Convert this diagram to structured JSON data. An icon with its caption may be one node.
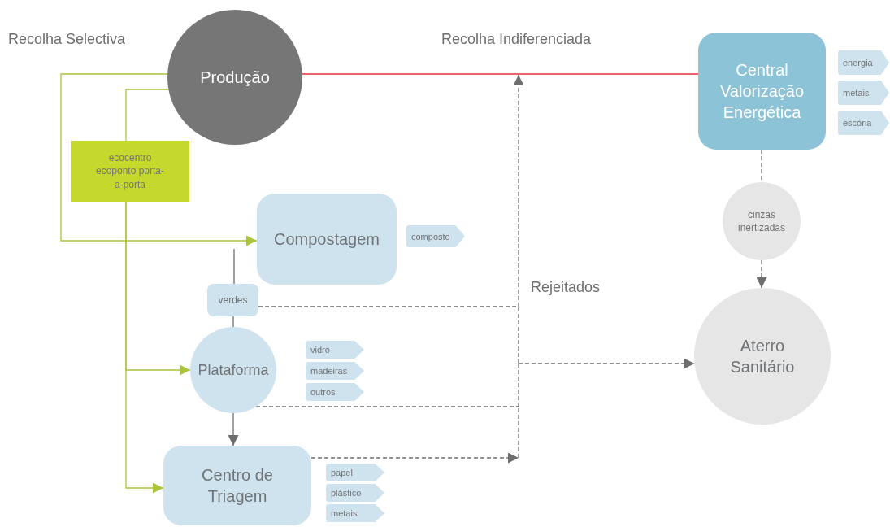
{
  "diagram": {
    "nodes": [
      {
        "text": [
          "Produção"
        ]
      },
      {
        "text": [
          "ecocentro ecoponto porta-a-porta"
        ]
      },
      {
        "text": [
          "Compostagem"
        ]
      },
      {
        "text": [
          "composto"
        ]
      },
      {
        "text": [
          "verdes"
        ]
      },
      {
        "text": [
          "Plataforma"
        ]
      },
      {
        "text": [
          "vidro"
        ]
      },
      {
        "text": [
          "madeiras"
        ]
      },
      {
        "text": [
          "outros"
        ]
      },
      {
        "text": [
          "Centro de Triagem"
        ]
      },
      {
        "text": [
          "papel"
        ]
      },
      {
        "text": [
          "plástico"
        ]
      },
      {
        "text": [
          "metais"
        ]
      },
      {
        "text": [
          "Central Valorização Energética"
        ]
      },
      {
        "text": [
          "energia"
        ]
      },
      {
        "text": [
          "metais"
        ]
      },
      {
        "text": [
          "escória"
        ]
      },
      {
        "text": [
          "cinzas inertizadas"
        ]
      },
      {
        "text": [
          "Aterro Sanitário"
        ]
      }
    ],
    "edges": [
      {
        "from": 0,
        "to": 2,
        "arrow": "to",
        "color": "#a9c43c"
      },
      {
        "from": 0,
        "to": 1,
        "arrow": "none",
        "color": "#a9c43c"
      },
      {
        "from": 1,
        "to": 5,
        "arrow": "to",
        "color": "#a9c43c"
      },
      {
        "from": 1,
        "to": 9,
        "arrow": "to",
        "color": "#a9c43c"
      },
      {
        "from": 0,
        "to": 13,
        "arrow": "none",
        "color": "#e0313a"
      },
      {
        "from": null,
        "to": 4,
        "arrow": "none"
      },
      {
        "from": 4,
        "to": 5,
        "arrow": "none"
      },
      {
        "from": 5,
        "to": 9,
        "arrow": "to"
      },
      {
        "from": 13,
        "to": 17,
        "arrow": "none",
        "style": "dashed"
      },
      {
        "from": 17,
        "to": 18,
        "arrow": "to",
        "style": "dashed"
      },
      {
        "from": 4,
        "to": 18,
        "arrow": "to",
        "style": "dashed"
      },
      {
        "from": 5,
        "to": 18,
        "arrow": "to",
        "style": "dashed"
      },
      {
        "from": 9,
        "to": 18,
        "arrow": "to",
        "style": "dashed"
      },
      {
        "from": 4,
        "to": null,
        "arrow": "to",
        "style": "dashed"
      },
      {
        "from": 5,
        "to": null,
        "arrow": "to",
        "style": "dashed"
      },
      {
        "from": 9,
        "to": null,
        "arrow": "to",
        "style": "dashed"
      }
    ],
    "labels": [
      "Recolha Selectiva",
      "Recolha Indiferenciada",
      "Rejeitados"
    ]
  }
}
